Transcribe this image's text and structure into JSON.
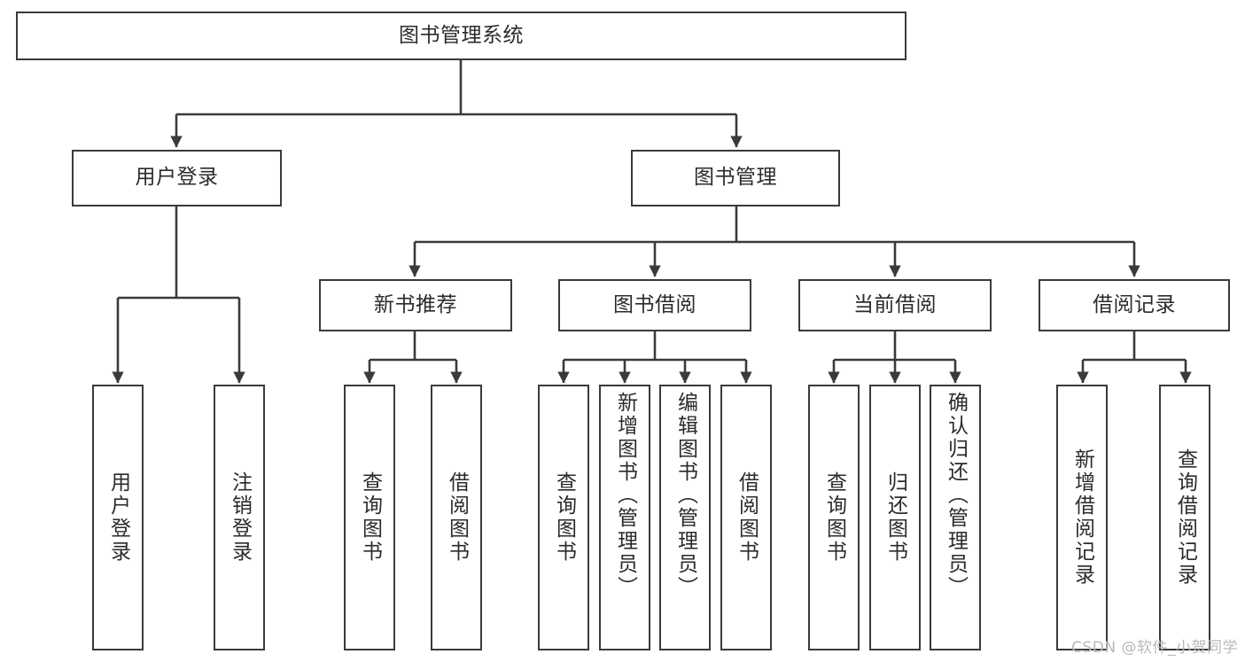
{
  "diagram": {
    "title": "图书管理系统",
    "type": "tree",
    "stroke_color": "#3a3a3a",
    "text_color": "#2b2b2b",
    "background": "#ffffff",
    "watermark": "CSDN @软件_小贺同学"
  },
  "nodes": {
    "root": {
      "label": "图书管理系统"
    },
    "level2": [
      {
        "label": "用户登录"
      },
      {
        "label": "图书管理"
      }
    ],
    "level3": [
      {
        "label": "新书推荐"
      },
      {
        "label": "图书借阅"
      },
      {
        "label": "当前借阅"
      },
      {
        "label": "借阅记录"
      }
    ],
    "leaves": {
      "user_login": [
        {
          "label": "用户登录"
        },
        {
          "label": "注销登录"
        }
      ],
      "new_book": [
        {
          "label": "查询图书"
        },
        {
          "label": "借阅图书"
        }
      ],
      "book_borrow": [
        {
          "label": "查询图书"
        },
        {
          "label": "新增图书（管理员）"
        },
        {
          "label": "编辑图书（管理员）"
        },
        {
          "label": "借阅图书"
        }
      ],
      "current_borrow": [
        {
          "label": "查询图书"
        },
        {
          "label": "归还图书"
        },
        {
          "label": "确认归还（管理员）"
        }
      ],
      "borrow_record": [
        {
          "label": "新增借阅记录"
        },
        {
          "label": "查询借阅记录"
        }
      ]
    }
  },
  "chart_data": {
    "type": "tree",
    "title": "图书管理系统",
    "root": "图书管理系统",
    "edges": [
      {
        "from": "图书管理系统",
        "to": "用户登录"
      },
      {
        "from": "图书管理系统",
        "to": "图书管理"
      },
      {
        "from": "用户登录",
        "to": "用户登录(叶)"
      },
      {
        "from": "用户登录",
        "to": "注销登录"
      },
      {
        "from": "图书管理",
        "to": "新书推荐"
      },
      {
        "from": "图书管理",
        "to": "图书借阅"
      },
      {
        "from": "图书管理",
        "to": "当前借阅"
      },
      {
        "from": "图书管理",
        "to": "借阅记录"
      },
      {
        "from": "新书推荐",
        "to": "查询图书"
      },
      {
        "from": "新书推荐",
        "to": "借阅图书"
      },
      {
        "from": "图书借阅",
        "to": "查询图书"
      },
      {
        "from": "图书借阅",
        "to": "新增图书（管理员）"
      },
      {
        "from": "图书借阅",
        "to": "编辑图书（管理员）"
      },
      {
        "from": "图书借阅",
        "to": "借阅图书"
      },
      {
        "from": "当前借阅",
        "to": "查询图书"
      },
      {
        "from": "当前借阅",
        "to": "归还图书"
      },
      {
        "from": "当前借阅",
        "to": "确认归还（管理员）"
      },
      {
        "from": "借阅记录",
        "to": "新增借阅记录"
      },
      {
        "from": "借阅记录",
        "to": "查询借阅记录"
      }
    ],
    "levels": 4
  }
}
